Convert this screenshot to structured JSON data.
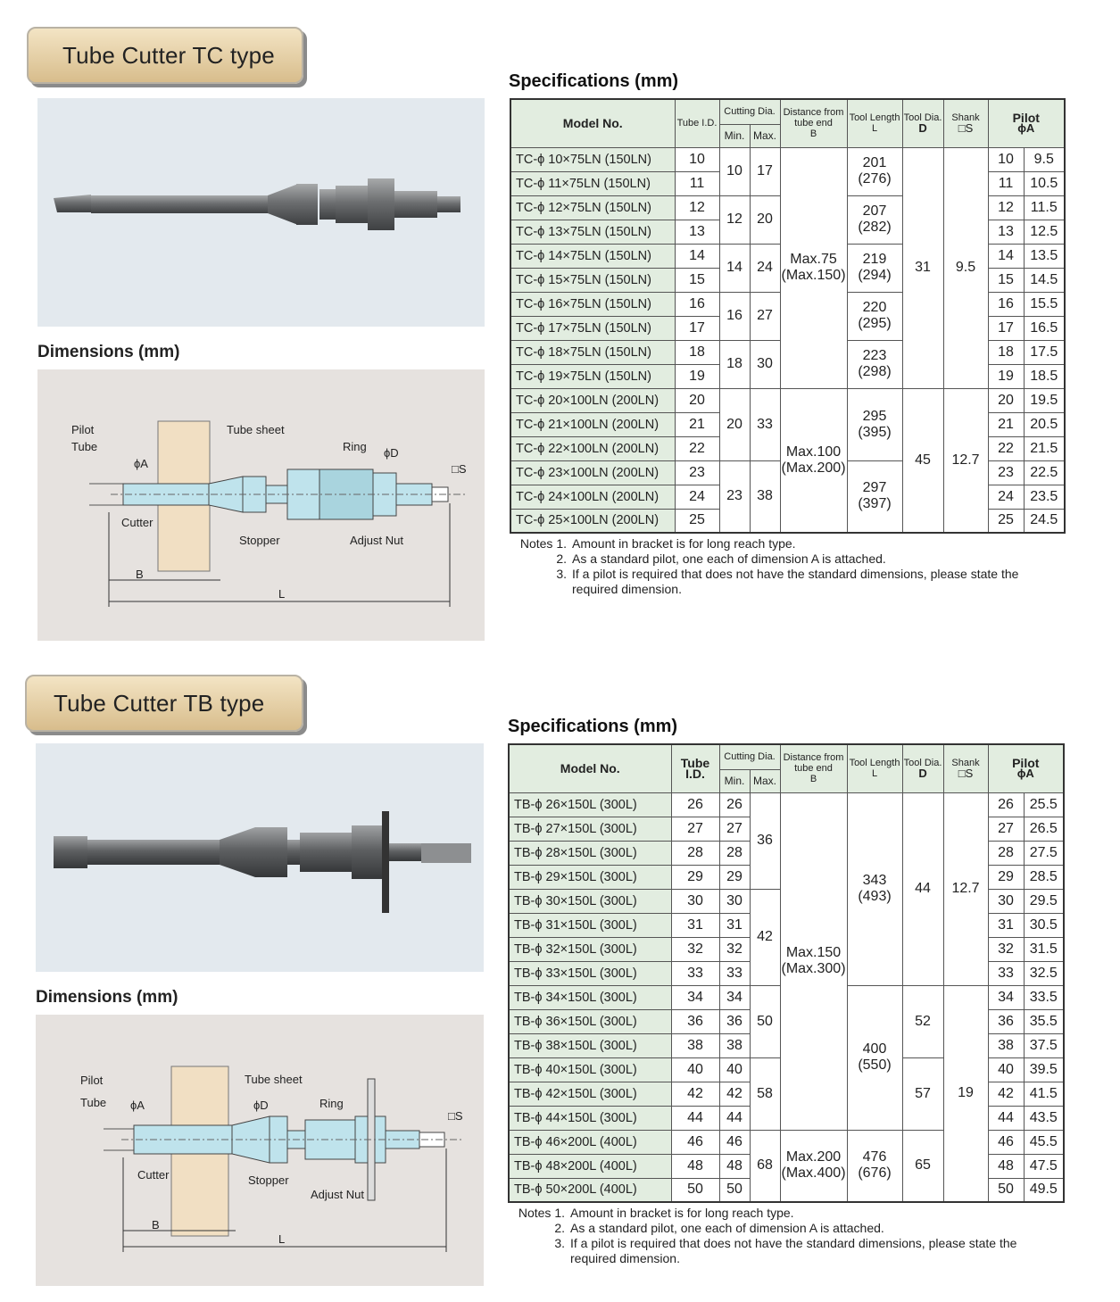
{
  "tc": {
    "title": "Tube Cutter TC type",
    "dim_heading": "Dimensions (mm)",
    "spec_heading": "Specifications (mm)",
    "diagram_labels": {
      "pilot": "Pilot",
      "tube": "Tube",
      "tube_sheet": "Tube sheet",
      "ring": "Ring",
      "phi_a": "ϕA",
      "phi_d": "ϕD",
      "s": "□S",
      "cutter": "Cutter",
      "stopper": "Stopper",
      "adjust_nut": "Adjust Nut",
      "b": "B",
      "l": "L"
    },
    "headers": {
      "model": "Model No.",
      "tube_id": "Tube I.D.",
      "cutting_dia": "Cutting Dia.",
      "min": "Min.",
      "max": "Max.",
      "distance_1": "Distance from",
      "distance_2": "tube end",
      "distance_3": "B",
      "tool_length": "Tool Length",
      "tool_length_sym": "L",
      "tool_dia": "Tool Dia.",
      "tool_dia_sym": "D",
      "shank": "Shank",
      "shank_sym": "□S",
      "pilot": "Pilot",
      "pilot_sym": "ϕA"
    },
    "rows": [
      {
        "model": "TC-ϕ 10×75LN (150LN)",
        "id": "10",
        "pilot_a": "10",
        "pilot_b": "9.5"
      },
      {
        "model": "TC-ϕ 11×75LN (150LN)",
        "id": "11",
        "pilot_a": "11",
        "pilot_b": "10.5"
      },
      {
        "model": "TC-ϕ 12×75LN (150LN)",
        "id": "12",
        "pilot_a": "12",
        "pilot_b": "11.5"
      },
      {
        "model": "TC-ϕ 13×75LN (150LN)",
        "id": "13",
        "pilot_a": "13",
        "pilot_b": "12.5"
      },
      {
        "model": "TC-ϕ 14×75LN (150LN)",
        "id": "14",
        "pilot_a": "14",
        "pilot_b": "13.5"
      },
      {
        "model": "TC-ϕ 15×75LN (150LN)",
        "id": "15",
        "pilot_a": "15",
        "pilot_b": "14.5"
      },
      {
        "model": "TC-ϕ 16×75LN (150LN)",
        "id": "16",
        "pilot_a": "16",
        "pilot_b": "15.5"
      },
      {
        "model": "TC-ϕ 17×75LN (150LN)",
        "id": "17",
        "pilot_a": "17",
        "pilot_b": "16.5"
      },
      {
        "model": "TC-ϕ 18×75LN (150LN)",
        "id": "18",
        "pilot_a": "18",
        "pilot_b": "17.5"
      },
      {
        "model": "TC-ϕ 19×75LN (150LN)",
        "id": "19",
        "pilot_a": "19",
        "pilot_b": "18.5"
      },
      {
        "model": "TC-ϕ 20×100LN (200LN)",
        "id": "20",
        "pilot_a": "20",
        "pilot_b": "19.5"
      },
      {
        "model": "TC-ϕ 21×100LN (200LN)",
        "id": "21",
        "pilot_a": "21",
        "pilot_b": "20.5"
      },
      {
        "model": "TC-ϕ 22×100LN (200LN)",
        "id": "22",
        "pilot_a": "22",
        "pilot_b": "21.5"
      },
      {
        "model": "TC-ϕ 23×100LN (200LN)",
        "id": "23",
        "pilot_a": "23",
        "pilot_b": "22.5"
      },
      {
        "model": "TC-ϕ 24×100LN (200LN)",
        "id": "24",
        "pilot_a": "24",
        "pilot_b": "23.5"
      },
      {
        "model": "TC-ϕ 25×100LN (200LN)",
        "id": "25",
        "pilot_a": "25",
        "pilot_b": "24.5"
      }
    ],
    "cut_groups": [
      {
        "min": "10",
        "max": "17"
      },
      {
        "min": "12",
        "max": "20"
      },
      {
        "min": "14",
        "max": "24"
      },
      {
        "min": "16",
        "max": "27"
      },
      {
        "min": "18",
        "max": "30"
      },
      {
        "min": "20",
        "max": "33"
      },
      {
        "min": "23",
        "max": "38"
      }
    ],
    "dist": [
      {
        "a": "Max.75",
        "b": "(Max.150)"
      },
      {
        "a": "Max.100",
        "b": "(Max.200)"
      }
    ],
    "lengths": [
      {
        "a": "201",
        "b": "(276)"
      },
      {
        "a": "207",
        "b": "(282)"
      },
      {
        "a": "219",
        "b": "(294)"
      },
      {
        "a": "220",
        "b": "(295)"
      },
      {
        "a": "223",
        "b": "(298)"
      },
      {
        "a": "295",
        "b": "(395)"
      },
      {
        "a": "297",
        "b": "(397)"
      }
    ],
    "tool_dia": [
      "31",
      "45"
    ],
    "shank": [
      "9.5",
      "12.7"
    ],
    "notes": [
      {
        "num": "Notes 1.",
        "text": "Amount in bracket is for long reach type."
      },
      {
        "num": "2.",
        "text": "As a standard pilot, one each of dimension A is attached."
      },
      {
        "num": "3.",
        "text": "If a pilot is required that does not have the standard dimensions, please state the"
      },
      {
        "num": "",
        "text": "required dimension."
      }
    ]
  },
  "tb": {
    "title": "Tube Cutter TB type",
    "dim_heading": "Dimensions (mm)",
    "spec_heading": "Specifications (mm)",
    "diagram_labels": {
      "pilot": "Pilot",
      "tube": "Tube",
      "tube_sheet": "Tube sheet",
      "ring": "Ring",
      "phi_a": "ϕA",
      "phi_d": "ϕD",
      "s": "□S",
      "cutter": "Cutter",
      "stopper": "Stopper",
      "adjust_nut": "Adjust Nut",
      "b": "B",
      "l": "L"
    },
    "headers": {
      "model": "Model No.",
      "tube_id_1": "Tube",
      "tube_id_2": "I.D.",
      "cutting_dia": "Cutting Dia.",
      "min": "Min.",
      "max": "Max.",
      "distance_1": "Distance from",
      "distance_2": "tube end",
      "distance_3": "B",
      "tool_length": "Tool Length",
      "tool_length_sym": "L",
      "tool_dia": "Tool Dia.",
      "tool_dia_sym": "D",
      "shank": "Shank",
      "shank_sym": "□S",
      "pilot": "Pilot",
      "pilot_sym": "ϕA"
    },
    "rows": [
      {
        "model": "TB-ϕ 26×150L (300L)",
        "id": "26",
        "min": "26",
        "pilot_a": "26",
        "pilot_b": "25.5"
      },
      {
        "model": "TB-ϕ 27×150L (300L)",
        "id": "27",
        "min": "27",
        "pilot_a": "27",
        "pilot_b": "26.5"
      },
      {
        "model": "TB-ϕ 28×150L (300L)",
        "id": "28",
        "min": "28",
        "pilot_a": "28",
        "pilot_b": "27.5"
      },
      {
        "model": "TB-ϕ 29×150L (300L)",
        "id": "29",
        "min": "29",
        "pilot_a": "29",
        "pilot_b": "28.5"
      },
      {
        "model": "TB-ϕ 30×150L (300L)",
        "id": "30",
        "min": "30",
        "pilot_a": "30",
        "pilot_b": "29.5"
      },
      {
        "model": "TB-ϕ 31×150L (300L)",
        "id": "31",
        "min": "31",
        "pilot_a": "31",
        "pilot_b": "30.5"
      },
      {
        "model": "TB-ϕ 32×150L (300L)",
        "id": "32",
        "min": "32",
        "pilot_a": "32",
        "pilot_b": "31.5"
      },
      {
        "model": "TB-ϕ 33×150L (300L)",
        "id": "33",
        "min": "33",
        "pilot_a": "33",
        "pilot_b": "32.5"
      },
      {
        "model": "TB-ϕ 34×150L (300L)",
        "id": "34",
        "min": "34",
        "pilot_a": "34",
        "pilot_b": "33.5"
      },
      {
        "model": "TB-ϕ 36×150L (300L)",
        "id": "36",
        "min": "36",
        "pilot_a": "36",
        "pilot_b": "35.5"
      },
      {
        "model": "TB-ϕ 38×150L (300L)",
        "id": "38",
        "min": "38",
        "pilot_a": "38",
        "pilot_b": "37.5"
      },
      {
        "model": "TB-ϕ 40×150L (300L)",
        "id": "40",
        "min": "40",
        "pilot_a": "40",
        "pilot_b": "39.5"
      },
      {
        "model": "TB-ϕ 42×150L (300L)",
        "id": "42",
        "min": "42",
        "pilot_a": "42",
        "pilot_b": "41.5"
      },
      {
        "model": "TB-ϕ 44×150L (300L)",
        "id": "44",
        "min": "44",
        "pilot_a": "44",
        "pilot_b": "43.5"
      },
      {
        "model": "TB-ϕ 46×200L (400L)",
        "id": "46",
        "min": "46",
        "pilot_a": "46",
        "pilot_b": "45.5"
      },
      {
        "model": "TB-ϕ 48×200L (400L)",
        "id": "48",
        "min": "48",
        "pilot_a": "48",
        "pilot_b": "47.5"
      },
      {
        "model": "TB-ϕ 50×200L (400L)",
        "id": "50",
        "min": "50",
        "pilot_a": "50",
        "pilot_b": "49.5"
      }
    ],
    "max_groups": [
      "36",
      "42",
      "50",
      "58",
      "68"
    ],
    "dist": [
      {
        "a": "Max.150",
        "b": "(Max.300)"
      },
      {
        "a": "Max.200",
        "b": "(Max.400)"
      }
    ],
    "lengths": [
      {
        "a": "343",
        "b": "(493)"
      },
      {
        "a": "400",
        "b": "(550)"
      },
      {
        "a": "476",
        "b": "(676)"
      }
    ],
    "tool_dia": [
      "44",
      "52",
      "57",
      "65"
    ],
    "shank": [
      "12.7",
      "19"
    ],
    "notes": [
      {
        "num": "Notes 1.",
        "text": "Amount in bracket is for long reach type."
      },
      {
        "num": "2.",
        "text": "As a standard pilot, one each of dimension A is attached."
      },
      {
        "num": "3.",
        "text": "If a pilot is required that does not have the standard dimensions, please state the"
      },
      {
        "num": "",
        "text": "required dimension."
      }
    ]
  }
}
